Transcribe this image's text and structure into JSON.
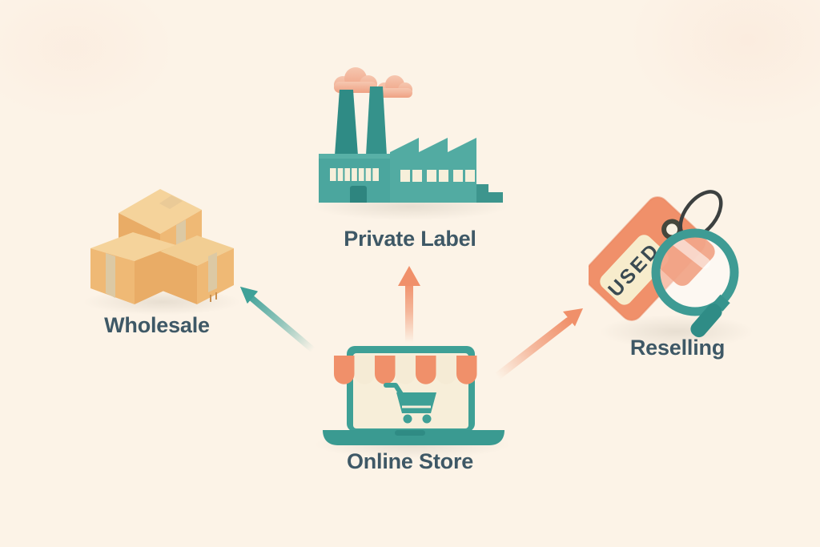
{
  "canvas": {
    "background": "#FCF3E7",
    "type": "business-model infographic"
  },
  "diagram": {
    "center_node": {
      "label": "Online Store",
      "icon": "laptop-storefront-with-awning-and-cart"
    },
    "branches": [
      {
        "label": "Wholesale",
        "icon": "stacked-cardboard-boxes",
        "direction": "upper-left",
        "arrow_color": "#3FA198"
      },
      {
        "label": "Private Label",
        "icon": "factory-with-smokestacks",
        "direction": "up",
        "arrow_color": "#F0906A"
      },
      {
        "label": "Reselling",
        "icon": "used-price-tag-with-magnifier",
        "direction": "upper-right",
        "arrow_color": "#F0906A",
        "tag_text": "USED"
      }
    ]
  },
  "colors": {
    "teal": "#3FA198",
    "teal_dark": "#2F8B85",
    "salmon": "#F0906A",
    "smoke_pink_top": "#F6C7B0",
    "smoke_pink_bottom": "#EFA183",
    "cream_panel": "#F6EDD7",
    "tag_label_cream": "#F7ECCC",
    "box_top": "#F5D39B",
    "box_side": "#EDB672",
    "box_front": "#E9AC66",
    "box_tape": "#DCC9A4",
    "label_text": "#3E5866",
    "string_dark": "#3C4040"
  }
}
